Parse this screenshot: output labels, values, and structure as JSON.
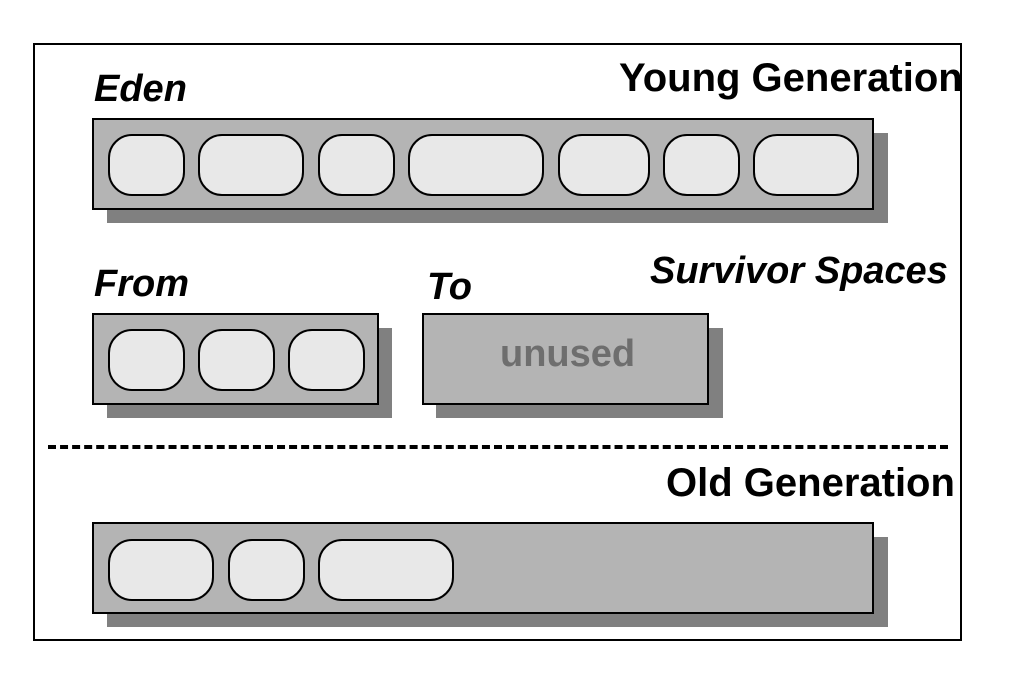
{
  "young": {
    "title": "Young Generation",
    "eden_label": "Eden",
    "eden_objects": 7
  },
  "survivor": {
    "title": "Survivor Spaces",
    "from_label": "From",
    "to_label": "To",
    "to_content": "unused",
    "from_objects": 3
  },
  "old": {
    "title": "Old Generation",
    "objects": 3
  },
  "colors": {
    "space_fill": "#b4b4b4",
    "object_fill": "#e8e8e8",
    "shadow": "#808080",
    "unused_text": "#6e6e6e"
  }
}
